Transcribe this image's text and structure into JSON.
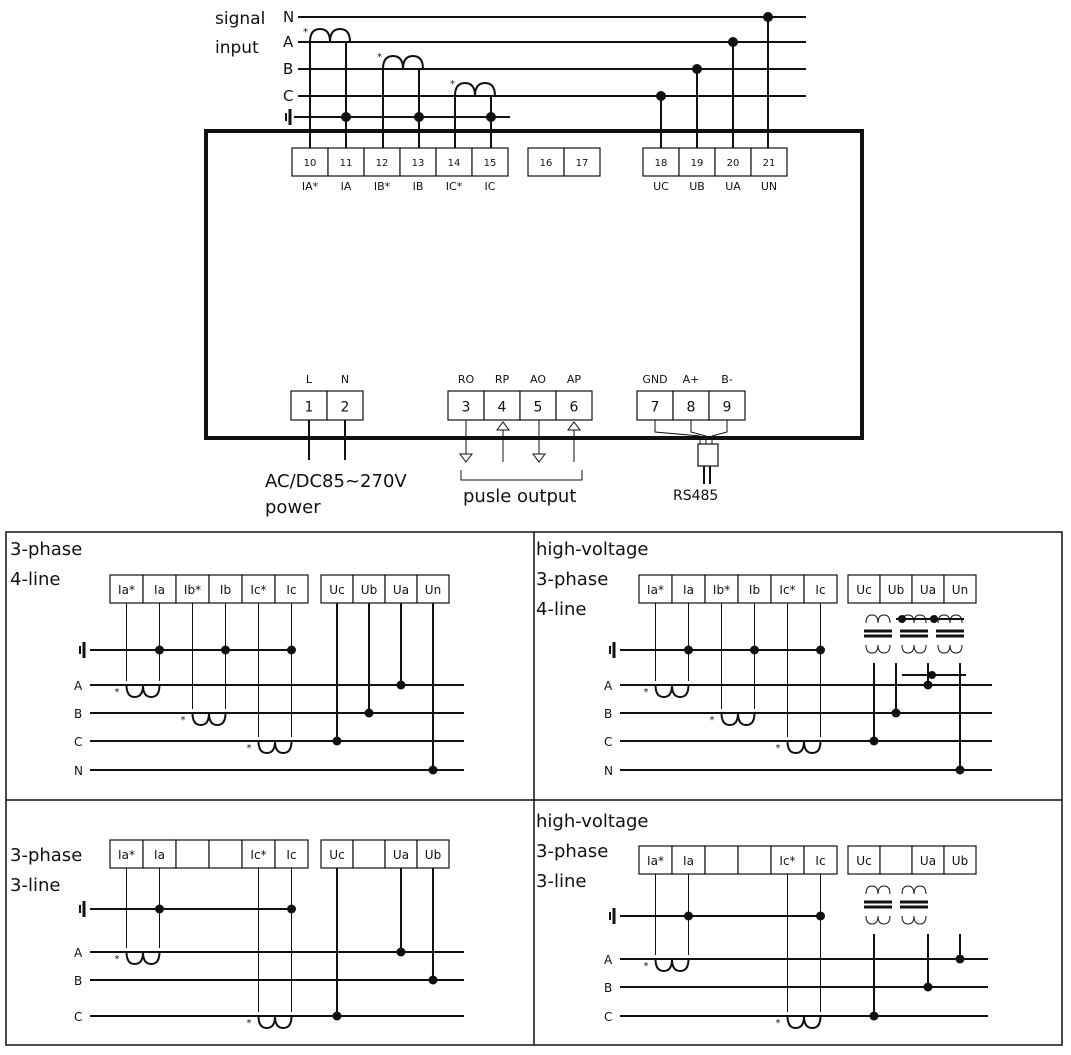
{
  "top": {
    "signal_input": [
      "signal",
      "input"
    ],
    "line_labels": [
      "N",
      "A",
      "B",
      "C"
    ],
    "current_pins": [
      {
        "num": "10",
        "label": "IA*"
      },
      {
        "num": "11",
        "label": "IA"
      },
      {
        "num": "12",
        "label": "IB*"
      },
      {
        "num": "13",
        "label": "IB"
      },
      {
        "num": "14",
        "label": "IC*"
      },
      {
        "num": "15",
        "label": "IC"
      }
    ],
    "spare_pins": [
      {
        "num": "16"
      },
      {
        "num": "17"
      }
    ],
    "voltage_pins": [
      {
        "num": "18",
        "label": "UC"
      },
      {
        "num": "19",
        "label": "UB"
      },
      {
        "num": "20",
        "label": "UA"
      },
      {
        "num": "21",
        "label": "UN"
      }
    ],
    "power_pins": [
      {
        "num": "1",
        "label": "L"
      },
      {
        "num": "2",
        "label": "N"
      }
    ],
    "pulse_pins": [
      {
        "num": "3",
        "label": "RO"
      },
      {
        "num": "4",
        "label": "RP"
      },
      {
        "num": "5",
        "label": "AO"
      },
      {
        "num": "6",
        "label": "AP"
      }
    ],
    "comm_pins": [
      {
        "num": "7",
        "label": "GND"
      },
      {
        "num": "8",
        "label": "A+"
      },
      {
        "num": "9",
        "label": "B-"
      }
    ],
    "power_text": [
      "AC/DC85~270V",
      "power"
    ],
    "pulse_text": "pusle output",
    "rs485_text": "RS485"
  },
  "panels": [
    {
      "title": [
        "3-phase",
        "4-line"
      ],
      "terminals": [
        "Ia*",
        "Ia",
        "Ib*",
        "Ib",
        "Ic*",
        "Ic"
      ],
      "volt_terminals": [
        "Uc",
        "Ub",
        "Ua",
        "Un"
      ],
      "lines": [
        "A",
        "B",
        "C",
        "N"
      ]
    },
    {
      "title": [
        "high-voltage",
        "3-phase",
        "4-line"
      ],
      "terminals": [
        "Ia*",
        "Ia",
        "Ib*",
        "Ib",
        "Ic*",
        "Ic"
      ],
      "volt_terminals": [
        "Uc",
        "Ub",
        "Ua",
        "Un"
      ],
      "lines": [
        "A",
        "B",
        "C",
        "N"
      ]
    },
    {
      "title": [
        "3-phase",
        "3-line"
      ],
      "terminals": [
        "Ia*",
        "Ia",
        "",
        "",
        "Ic*",
        "Ic"
      ],
      "volt_terminals": [
        "Uc",
        "",
        "Ua",
        "Ub"
      ],
      "lines": [
        "A",
        "B",
        "C"
      ]
    },
    {
      "title": [
        "high-voltage",
        "3-phase",
        "3-line"
      ],
      "terminals": [
        "Ia*",
        "Ia",
        "",
        "",
        "Ic*",
        "Ic"
      ],
      "volt_terminals": [
        "Uc",
        "",
        "Ua",
        "Ub"
      ],
      "lines": [
        "A",
        "B",
        "C"
      ]
    }
  ]
}
